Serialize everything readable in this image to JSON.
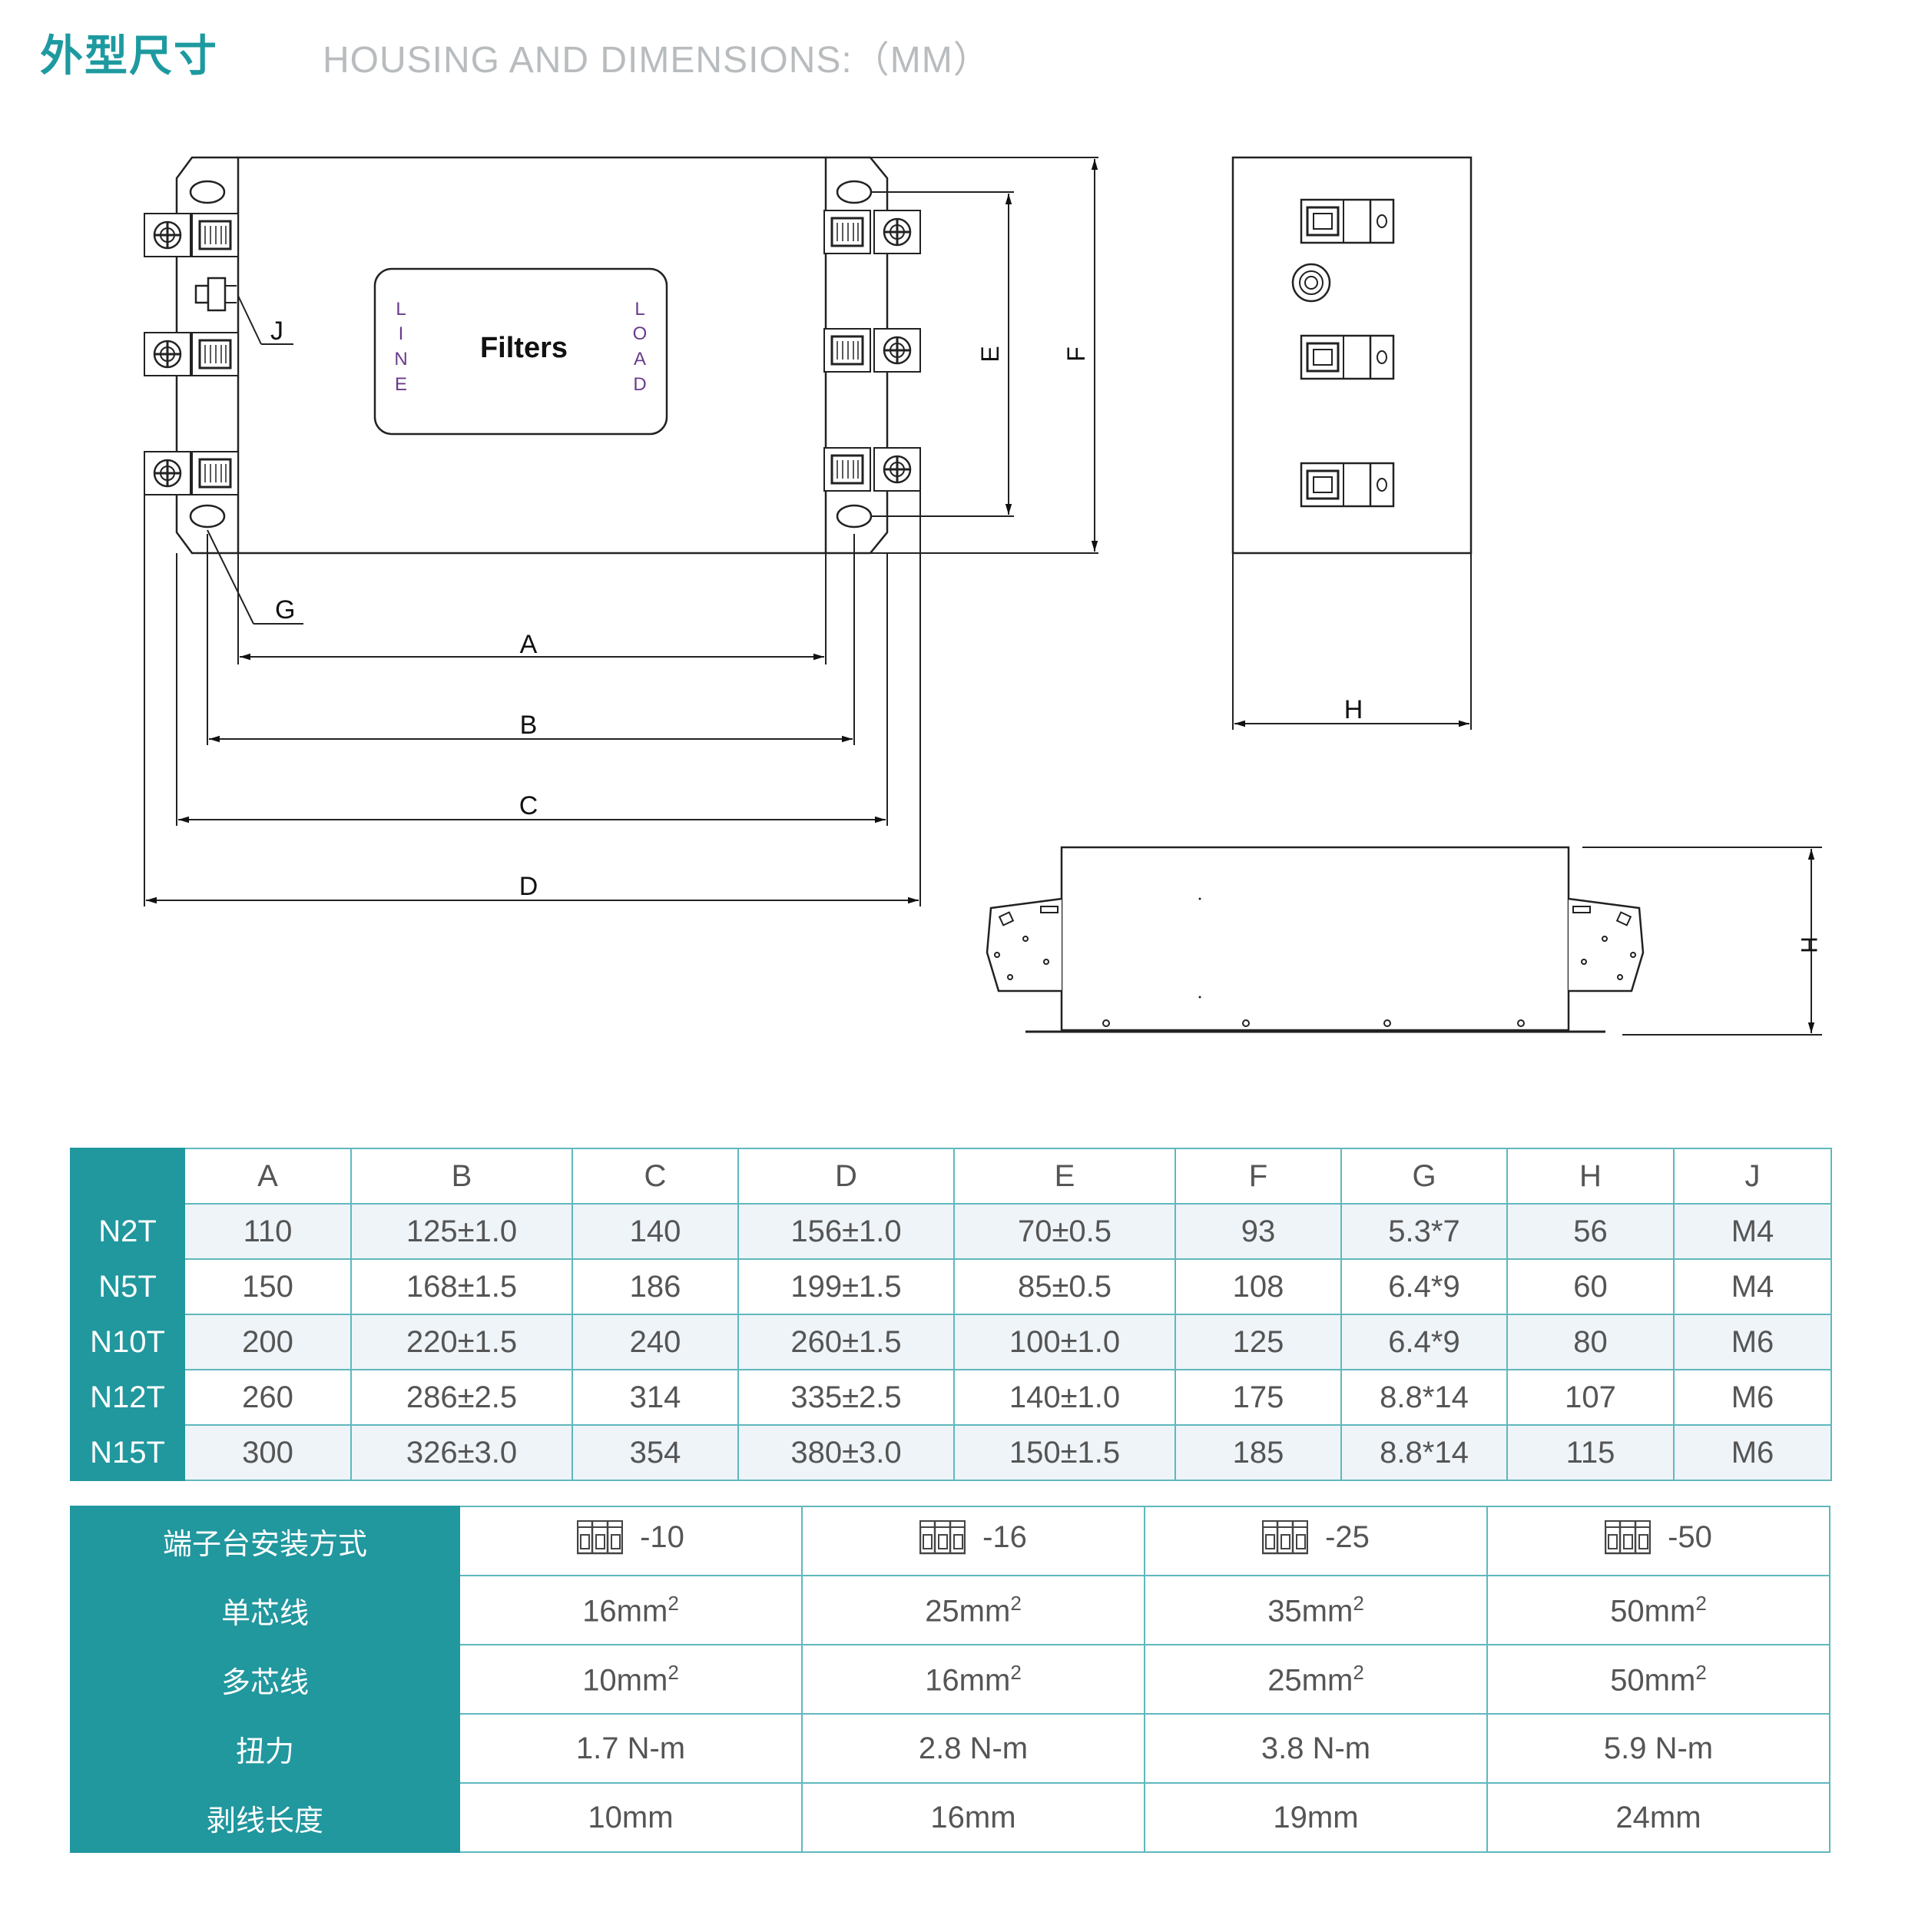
{
  "header": {
    "title_cn": "外型尺寸",
    "title_en": "HOUSING AND DIMENSIONS:（MM）"
  },
  "drawing": {
    "label_filters": "Filters",
    "label_line": [
      "L",
      "I",
      "N",
      "E"
    ],
    "label_load": [
      "L",
      "O",
      "A",
      "D"
    ],
    "dim_A": "A",
    "dim_B": "B",
    "dim_C": "C",
    "dim_D": "D",
    "dim_E": "E",
    "dim_F": "F",
    "dim_G": "G",
    "dim_H": "H",
    "dim_J": "J",
    "icon": "terminal-block-icon"
  },
  "dimension_table": {
    "columns": [
      "A",
      "B",
      "C",
      "D",
      "E",
      "F",
      "G",
      "H",
      "J"
    ],
    "rows": [
      {
        "model": "N2T",
        "values": [
          "110",
          "125±1.0",
          "140",
          "156±1.0",
          "70±0.5",
          "93",
          "5.3*7",
          "56",
          "M4"
        ]
      },
      {
        "model": "N5T",
        "values": [
          "150",
          "168±1.5",
          "186",
          "199±1.5",
          "85±0.5",
          "108",
          "6.4*9",
          "60",
          "M4"
        ]
      },
      {
        "model": "N10T",
        "values": [
          "200",
          "220±1.5",
          "240",
          "260±1.5",
          "100±1.0",
          "125",
          "6.4*9",
          "80",
          "M6"
        ]
      },
      {
        "model": "N12T",
        "values": [
          "260",
          "286±2.5",
          "314",
          "335±2.5",
          "140±1.0",
          "175",
          "8.8*14",
          "107",
          "M6"
        ]
      },
      {
        "model": "N15T",
        "values": [
          "300",
          "326±3.0",
          "354",
          "380±3.0",
          "150±1.5",
          "185",
          "8.8*14",
          "115",
          "M6"
        ]
      }
    ]
  },
  "terminal_table": {
    "header_label": "端子台安装方式",
    "types": [
      "-10",
      "-16",
      "-25",
      "-50"
    ],
    "type_icon": "terminal-block-icon",
    "rows": [
      {
        "label": "单芯线",
        "values": [
          "16mm",
          "25mm",
          "35mm",
          "50mm"
        ],
        "unit_sup": "2"
      },
      {
        "label": "多芯线",
        "values": [
          "10mm",
          "16mm",
          "25mm",
          "50mm"
        ],
        "unit_sup": "2"
      },
      {
        "label": "扭力",
        "values": [
          "1.7 N-m",
          "2.8 N-m",
          "3.8 N-m",
          "5.9 N-m"
        ]
      },
      {
        "label": "剥线长度",
        "values": [
          "10mm",
          "16mm",
          "19mm",
          "24mm"
        ]
      }
    ]
  },
  "colors": {
    "accent": "#21979e",
    "title": "#1d9aa0",
    "subtitle": "#b9bcbe",
    "border": "#5fb8bd"
  }
}
